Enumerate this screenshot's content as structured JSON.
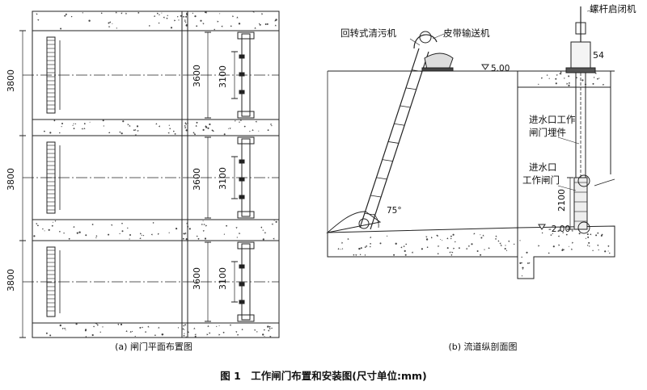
{
  "panel_a": {
    "caption": "(a) 闸门平面布置图",
    "dim_3800": [
      "3800",
      "3800",
      "3800"
    ],
    "dim_3600": [
      "3600",
      "3600",
      "3600"
    ],
    "dim_3100": [
      "3100",
      "3100",
      "3100"
    ]
  },
  "panel_b": {
    "caption": "(b) 流道纵剖面图",
    "label_rotary_cleaner": "回转式清污机",
    "label_belt_conveyor": "皮带输送机",
    "label_screw_hoist": "螺杆启闭机",
    "label_54": "54",
    "label_elev_top": "5.00",
    "label_embedded_line1": "进水口工作",
    "label_embedded_line2": "闸门埋件",
    "label_gate_line1": "进水口",
    "label_gate_line2": "工作闸门",
    "label_2100": "2100",
    "label_angle": "75°",
    "label_elev_bottom": "-2.00"
  },
  "figure_title": "图 1　工作闸门布置和安装图(尺寸单位:mm)"
}
